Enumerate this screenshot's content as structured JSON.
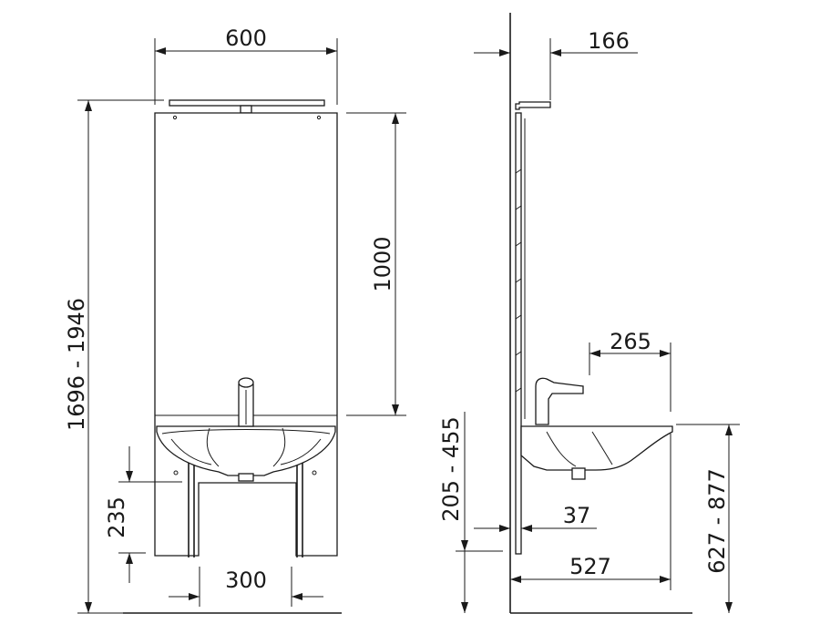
{
  "front_view": {
    "width_top": "600",
    "total_height": "1696 - 1946",
    "panel_height": "1000",
    "leg_height": "235",
    "leg_spacing": "300"
  },
  "side_view": {
    "lamp_projection": "166",
    "tap_reach": "265",
    "frame_offset": "205 - 455",
    "frame_depth": "37",
    "basin_depth": "527",
    "rim_height": "627 - 877"
  },
  "colors": {
    "line": "#1a1a1a",
    "background": "#ffffff"
  }
}
